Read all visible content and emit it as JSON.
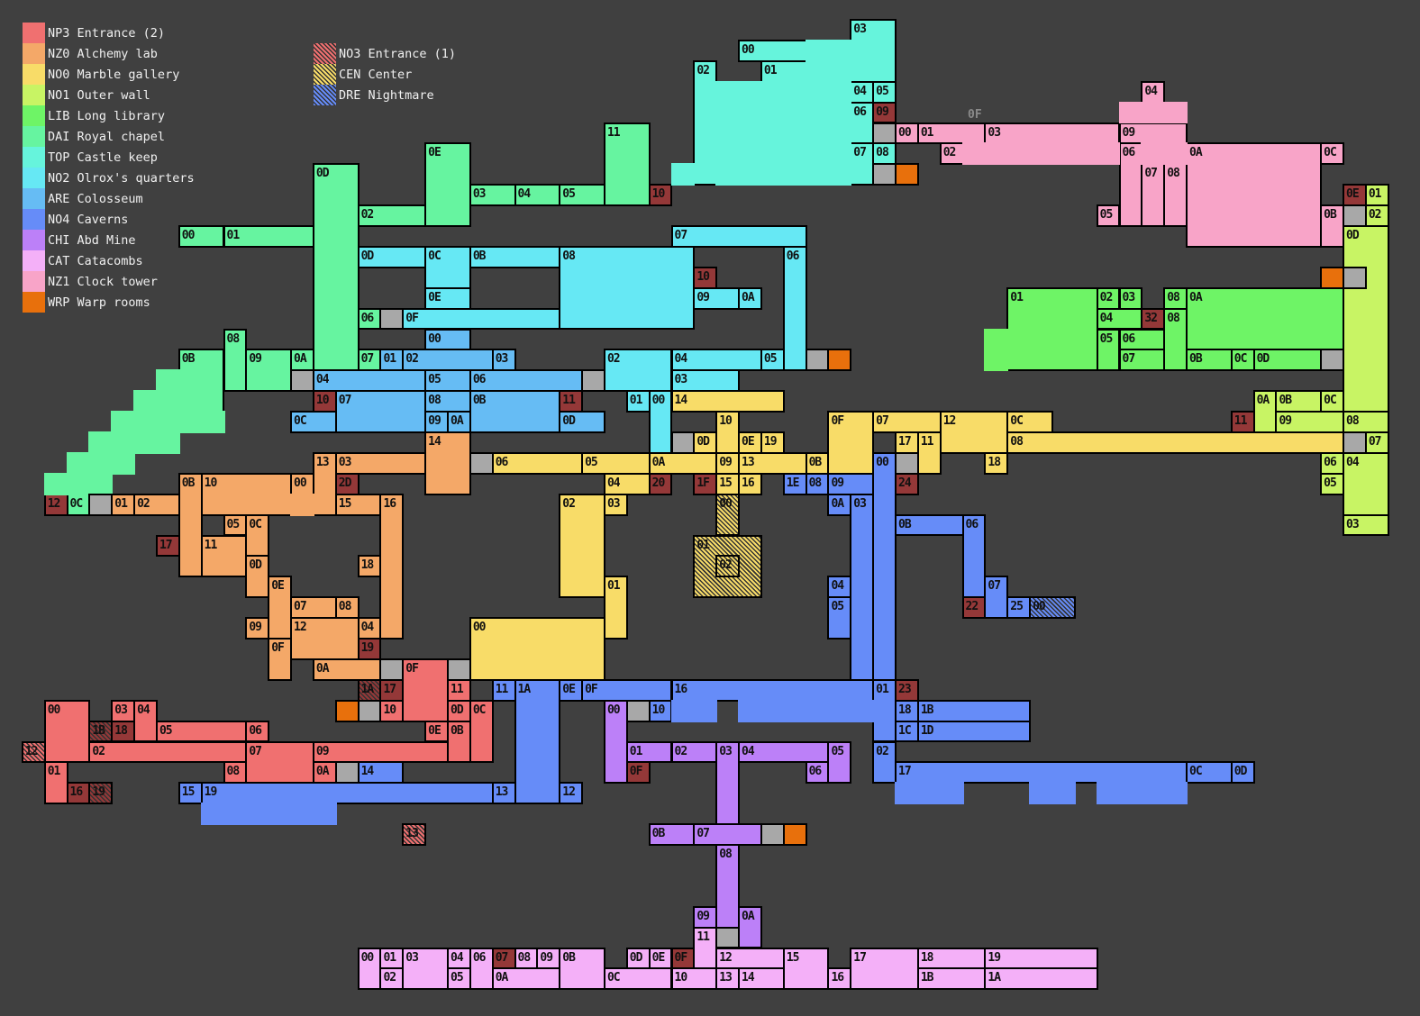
{
  "legend": [
    {
      "code": "NP3",
      "name": "Entrance (2)",
      "color": "#f07070"
    },
    {
      "code": "NZ0",
      "name": "Alchemy lab",
      "color": "#f4a868"
    },
    {
      "code": "NO0",
      "name": "Marble gallery",
      "color": "#f8dc68"
    },
    {
      "code": "NO1",
      "name": "Outer wall",
      "color": "#c8f464"
    },
    {
      "code": "LIB",
      "name": "Long library",
      "color": "#6ef466"
    },
    {
      "code": "DAI",
      "name": "Royal chapel",
      "color": "#66f4a0"
    },
    {
      "code": "TOP",
      "name": "Castle keep",
      "color": "#66f4dc"
    },
    {
      "code": "NO2",
      "name": "Olrox's quarters",
      "color": "#66e8f4"
    },
    {
      "code": "ARE",
      "name": "Colosseum",
      "color": "#66bcf4"
    },
    {
      "code": "NO4",
      "name": "Caverns",
      "color": "#668cf8"
    },
    {
      "code": "CHI",
      "name": "Abd Mine",
      "color": "#bc80f8"
    },
    {
      "code": "CAT",
      "name": "Catacombs",
      "color": "#f4b0f8"
    },
    {
      "code": "NZ1",
      "name": "Clock tower",
      "color": "#f8a4c8"
    },
    {
      "code": "WRP",
      "name": "Warp rooms",
      "color": "#e8700c"
    }
  ],
  "hatched_legend": [
    {
      "code": "NO3",
      "name": "Entrance (1)",
      "color": "#f07070"
    },
    {
      "code": "CEN",
      "name": "Center",
      "color": "#f8dc68"
    },
    {
      "code": "DRE",
      "name": "Nightmare",
      "color": "#668cf8"
    }
  ],
  "colors": {
    "background": "#404040",
    "marked": "#943838",
    "connector": "#a8a8a8"
  },
  "floating_label": "0F",
  "rooms": [
    {
      "label": "03",
      "zone": "TOP"
    },
    {
      "label": "00",
      "zone": "TOP"
    },
    {
      "label": "01",
      "zone": "TOP"
    },
    {
      "label": "02",
      "zone": "TOP"
    },
    {
      "label": "04",
      "zone": "TOP"
    },
    {
      "label": "05",
      "zone": "TOP"
    },
    {
      "label": "06",
      "zone": "TOP"
    },
    {
      "label": "09",
      "zone": "TOP"
    },
    {
      "label": "07",
      "zone": "TOP"
    },
    {
      "label": "08",
      "zone": "TOP"
    },
    {
      "label": "11",
      "zone": "DAI"
    },
    {
      "label": "10",
      "zone": "DAI"
    },
    {
      "label": "03",
      "zone": "DAI"
    },
    {
      "label": "04",
      "zone": "DAI"
    },
    {
      "label": "05",
      "zone": "DAI"
    },
    {
      "label": "0E",
      "zone": "DAI"
    },
    {
      "label": "02",
      "zone": "DAI"
    },
    {
      "label": "0D",
      "zone": "DAI"
    },
    {
      "label": "00",
      "zone": "DAI"
    },
    {
      "label": "01",
      "zone": "DAI"
    },
    {
      "label": "08",
      "zone": "DAI"
    },
    {
      "label": "0B",
      "zone": "DAI"
    },
    {
      "label": "09",
      "zone": "DAI"
    },
    {
      "label": "0A",
      "zone": "DAI"
    },
    {
      "label": "07",
      "zone": "DAI"
    },
    {
      "label": "06",
      "zone": "DAI"
    },
    {
      "label": "12",
      "zone": "DAI"
    },
    {
      "label": "0C",
      "zone": "DAI"
    },
    {
      "label": "07",
      "zone": "NO2"
    },
    {
      "label": "0D",
      "zone": "NO2"
    },
    {
      "label": "0C",
      "zone": "NO2"
    },
    {
      "label": "0B",
      "zone": "NO2"
    },
    {
      "label": "08",
      "zone": "NO2"
    },
    {
      "label": "10",
      "zone": "NO2"
    },
    {
      "label": "09",
      "zone": "NO2"
    },
    {
      "label": "0A",
      "zone": "NO2"
    },
    {
      "label": "06",
      "zone": "NO2"
    },
    {
      "label": "0E",
      "zone": "NO2"
    },
    {
      "label": "0F",
      "zone": "NO2"
    },
    {
      "label": "02",
      "zone": "NO2"
    },
    {
      "label": "04",
      "zone": "NO2"
    },
    {
      "label": "05",
      "zone": "NO2"
    },
    {
      "label": "03",
      "zone": "NO2"
    },
    {
      "label": "01",
      "zone": "NO2"
    },
    {
      "label": "00",
      "zone": "NO2"
    },
    {
      "label": "00",
      "zone": "ARE"
    },
    {
      "label": "01",
      "zone": "ARE"
    },
    {
      "label": "02",
      "zone": "ARE"
    },
    {
      "label": "03",
      "zone": "ARE"
    },
    {
      "label": "04",
      "zone": "ARE"
    },
    {
      "label": "05",
      "zone": "ARE"
    },
    {
      "label": "06",
      "zone": "ARE"
    },
    {
      "label": "10",
      "zone": "ARE"
    },
    {
      "label": "07",
      "zone": "ARE"
    },
    {
      "label": "0C",
      "zone": "ARE"
    },
    {
      "label": "08",
      "zone": "ARE"
    },
    {
      "label": "09",
      "zone": "ARE"
    },
    {
      "label": "0A",
      "zone": "ARE"
    },
    {
      "label": "0B",
      "zone": "ARE"
    },
    {
      "label": "11",
      "zone": "ARE"
    },
    {
      "label": "0D",
      "zone": "ARE"
    },
    {
      "label": "14",
      "zone": "NZ0"
    },
    {
      "label": "13",
      "zone": "NZ0"
    },
    {
      "label": "03",
      "zone": "NZ0"
    },
    {
      "label": "2D",
      "zone": "NZ0"
    },
    {
      "label": "0B",
      "zone": "NZ0"
    },
    {
      "label": "10",
      "zone": "NZ0"
    },
    {
      "label": "00",
      "zone": "NZ0"
    },
    {
      "label": "01",
      "zone": "NZ0"
    },
    {
      "label": "02",
      "zone": "NZ0"
    },
    {
      "label": "15",
      "zone": "NZ0"
    },
    {
      "label": "16",
      "zone": "NZ0"
    },
    {
      "label": "05",
      "zone": "NZ0"
    },
    {
      "label": "0C",
      "zone": "NZ0"
    },
    {
      "label": "17",
      "zone": "NZ0"
    },
    {
      "label": "11",
      "zone": "NZ0"
    },
    {
      "label": "0D",
      "zone": "NZ0"
    },
    {
      "label": "18",
      "zone": "NZ0"
    },
    {
      "label": "0E",
      "zone": "NZ0"
    },
    {
      "label": "07",
      "zone": "NZ0"
    },
    {
      "label": "08",
      "zone": "NZ0"
    },
    {
      "label": "09",
      "zone": "NZ0"
    },
    {
      "label": "12",
      "zone": "NZ0"
    },
    {
      "label": "04",
      "zone": "NZ0"
    },
    {
      "label": "19",
      "zone": "NZ0"
    },
    {
      "label": "0F",
      "zone": "NZ0"
    },
    {
      "label": "0A",
      "zone": "NZ0"
    },
    {
      "label": "06",
      "zone": "NO0"
    },
    {
      "label": "05",
      "zone": "NO0"
    },
    {
      "label": "0A",
      "zone": "NO0"
    },
    {
      "label": "09",
      "zone": "NO0"
    },
    {
      "label": "13",
      "zone": "NO0"
    },
    {
      "label": "0B",
      "zone": "NO0"
    },
    {
      "label": "14",
      "zone": "NO0"
    },
    {
      "label": "10",
      "zone": "NO0"
    },
    {
      "label": "0D",
      "zone": "NO0"
    },
    {
      "label": "0E",
      "zone": "NO0"
    },
    {
      "label": "19",
      "zone": "NO0"
    },
    {
      "label": "04",
      "zone": "NO0"
    },
    {
      "label": "20",
      "zone": "NO0"
    },
    {
      "label": "1F",
      "zone": "NO0"
    },
    {
      "label": "15",
      "zone": "NO0"
    },
    {
      "label": "16",
      "zone": "NO0"
    },
    {
      "label": "03",
      "zone": "NO0"
    },
    {
      "label": "02",
      "zone": "NO0"
    },
    {
      "label": "01",
      "zone": "NO0"
    },
    {
      "label": "00",
      "zone": "NO0"
    },
    {
      "label": "0F",
      "zone": "NO0"
    },
    {
      "label": "07",
      "zone": "NO0"
    },
    {
      "label": "12",
      "zone": "NO0"
    },
    {
      "label": "0C",
      "zone": "NO0"
    },
    {
      "label": "17",
      "zone": "NO0"
    },
    {
      "label": "11",
      "zone": "NO0"
    },
    {
      "label": "08",
      "zone": "NO0"
    },
    {
      "label": "18",
      "zone": "NO0"
    },
    {
      "label": "00",
      "zone": "CEN"
    },
    {
      "label": "01",
      "zone": "CEN"
    },
    {
      "label": "02",
      "zone": "CEN"
    },
    {
      "label": "0E",
      "zone": "NO1"
    },
    {
      "label": "01",
      "zone": "NO1"
    },
    {
      "label": "02",
      "zone": "NO1"
    },
    {
      "label": "0D",
      "zone": "NO1"
    },
    {
      "label": "0A",
      "zone": "NO1"
    },
    {
      "label": "0B",
      "zone": "NO1"
    },
    {
      "label": "0C",
      "zone": "NO1"
    },
    {
      "label": "11",
      "zone": "NO1"
    },
    {
      "label": "09",
      "zone": "NO1"
    },
    {
      "label": "08",
      "zone": "NO1"
    },
    {
      "label": "07",
      "zone": "NO1"
    },
    {
      "label": "06",
      "zone": "NO1"
    },
    {
      "label": "04",
      "zone": "NO1"
    },
    {
      "label": "05",
      "zone": "NO1"
    },
    {
      "label": "03",
      "zone": "NO1"
    },
    {
      "label": "01",
      "zone": "LIB"
    },
    {
      "label": "02",
      "zone": "LIB"
    },
    {
      "label": "03",
      "zone": "LIB"
    },
    {
      "label": "04",
      "zone": "LIB"
    },
    {
      "label": "32",
      "zone": "LIB"
    },
    {
      "label": "05",
      "zone": "LIB"
    },
    {
      "label": "06",
      "zone": "LIB"
    },
    {
      "label": "07",
      "zone": "LIB"
    },
    {
      "label": "08",
      "zone": "LIB"
    },
    {
      "label": "08",
      "zone": "LIB"
    },
    {
      "label": "0A",
      "zone": "LIB"
    },
    {
      "label": "0B",
      "zone": "LIB"
    },
    {
      "label": "0C",
      "zone": "LIB"
    },
    {
      "label": "0D",
      "zone": "LIB"
    },
    {
      "label": "00",
      "zone": "NZ1"
    },
    {
      "label": "01",
      "zone": "NZ1"
    },
    {
      "label": "03",
      "zone": "NZ1"
    },
    {
      "label": "02",
      "zone": "NZ1"
    },
    {
      "label": "04",
      "zone": "NZ1"
    },
    {
      "label": "09",
      "zone": "NZ1"
    },
    {
      "label": "06",
      "zone": "NZ1"
    },
    {
      "label": "07",
      "zone": "NZ1"
    },
    {
      "label": "08",
      "zone": "NZ1"
    },
    {
      "label": "05",
      "zone": "NZ1"
    },
    {
      "label": "0A",
      "zone": "NZ1"
    },
    {
      "label": "0C",
      "zone": "NZ1"
    },
    {
      "label": "0B",
      "zone": "NZ1"
    },
    {
      "label": "1E",
      "zone": "NO4"
    },
    {
      "label": "08",
      "zone": "NO4"
    },
    {
      "label": "09",
      "zone": "NO4"
    },
    {
      "label": "00",
      "zone": "NO4"
    },
    {
      "label": "24",
      "zone": "NO4"
    },
    {
      "label": "0A",
      "zone": "NO4"
    },
    {
      "label": "03",
      "zone": "NO4"
    },
    {
      "label": "0B",
      "zone": "NO4"
    },
    {
      "label": "06",
      "zone": "NO4"
    },
    {
      "label": "22",
      "zone": "NO4"
    },
    {
      "label": "07",
      "zone": "NO4"
    },
    {
      "label": "25",
      "zone": "NO4"
    },
    {
      "label": "00",
      "zone": "DRE"
    },
    {
      "label": "04",
      "zone": "NO4"
    },
    {
      "label": "05",
      "zone": "NO4"
    },
    {
      "label": "01",
      "zone": "NO4"
    },
    {
      "label": "23",
      "zone": "NO4"
    },
    {
      "label": "18",
      "zone": "NO4"
    },
    {
      "label": "1B",
      "zone": "NO4"
    },
    {
      "label": "1C",
      "zone": "NO4"
    },
    {
      "label": "1D",
      "zone": "NO4"
    },
    {
      "label": "02",
      "zone": "NO4"
    },
    {
      "label": "17",
      "zone": "NO4"
    },
    {
      "label": "0C",
      "zone": "NO4"
    },
    {
      "label": "0D",
      "zone": "NO4"
    },
    {
      "label": "16",
      "zone": "NO4"
    },
    {
      "label": "0E",
      "zone": "NO4"
    },
    {
      "label": "0F",
      "zone": "NO4"
    },
    {
      "label": "10",
      "zone": "NO4"
    },
    {
      "label": "11",
      "zone": "NO4"
    },
    {
      "label": "1A",
      "zone": "NO4"
    },
    {
      "label": "13",
      "zone": "NO4"
    },
    {
      "label": "12",
      "zone": "NO4"
    },
    {
      "label": "15",
      "zone": "NO4"
    },
    {
      "label": "19",
      "zone": "NO4"
    },
    {
      "label": "14",
      "zone": "NO4"
    },
    {
      "label": "0F",
      "zone": "NP3"
    },
    {
      "label": "17",
      "zone": "NP3"
    },
    {
      "label": "1A",
      "zone": "NO3"
    },
    {
      "label": "10",
      "zone": "NP3"
    },
    {
      "label": "11",
      "zone": "NP3"
    },
    {
      "label": "0D",
      "zone": "NP3"
    },
    {
      "label": "0C",
      "zone": "NP3"
    },
    {
      "label": "0E",
      "zone": "NP3"
    },
    {
      "label": "0B",
      "zone": "NP3"
    },
    {
      "label": "00",
      "zone": "NP3"
    },
    {
      "label": "03",
      "zone": "NP3"
    },
    {
      "label": "04",
      "zone": "NP3"
    },
    {
      "label": "1B",
      "zone": "NO3"
    },
    {
      "label": "18",
      "zone": "NP3"
    },
    {
      "label": "05",
      "zone": "NP3"
    },
    {
      "label": "06",
      "zone": "NP3"
    },
    {
      "label": "12",
      "zone": "NO3"
    },
    {
      "label": "02",
      "zone": "NP3"
    },
    {
      "label": "07",
      "zone": "NP3"
    },
    {
      "label": "09",
      "zone": "NP3"
    },
    {
      "label": "01",
      "zone": "NP3"
    },
    {
      "label": "08",
      "zone": "NP3"
    },
    {
      "label": "0A",
      "zone": "NP3"
    },
    {
      "label": "16",
      "zone": "NP3"
    },
    {
      "label": "19",
      "zone": "NO3"
    },
    {
      "label": "13",
      "zone": "NO3"
    },
    {
      "label": "00",
      "zone": "CHI"
    },
    {
      "label": "01",
      "zone": "CHI"
    },
    {
      "label": "02",
      "zone": "CHI"
    },
    {
      "label": "03",
      "zone": "CHI"
    },
    {
      "label": "04",
      "zone": "CHI"
    },
    {
      "label": "05",
      "zone": "CHI"
    },
    {
      "label": "06",
      "zone": "CHI"
    },
    {
      "label": "0F",
      "zone": "CHI"
    },
    {
      "label": "0B",
      "zone": "CHI"
    },
    {
      "label": "07",
      "zone": "CHI"
    },
    {
      "label": "08",
      "zone": "CHI"
    },
    {
      "label": "09",
      "zone": "CHI"
    },
    {
      "label": "0A",
      "zone": "CHI"
    },
    {
      "label": "00",
      "zone": "CAT"
    },
    {
      "label": "01",
      "zone": "CAT"
    },
    {
      "label": "02",
      "zone": "CAT"
    },
    {
      "label": "03",
      "zone": "CAT"
    },
    {
      "label": "04",
      "zone": "CAT"
    },
    {
      "label": "05",
      "zone": "CAT"
    },
    {
      "label": "06",
      "zone": "CAT"
    },
    {
      "label": "07",
      "zone": "CAT"
    },
    {
      "label": "08",
      "zone": "CAT"
    },
    {
      "label": "09",
      "zone": "CAT"
    },
    {
      "label": "0B",
      "zone": "CAT"
    },
    {
      "label": "0A",
      "zone": "CAT"
    },
    {
      "label": "0D",
      "zone": "CAT"
    },
    {
      "label": "0E",
      "zone": "CAT"
    },
    {
      "label": "0F",
      "zone": "CAT"
    },
    {
      "label": "0C",
      "zone": "CAT"
    },
    {
      "label": "10",
      "zone": "CAT"
    },
    {
      "label": "11",
      "zone": "CAT"
    },
    {
      "label": "12",
      "zone": "CAT"
    },
    {
      "label": "13",
      "zone": "CAT"
    },
    {
      "label": "14",
      "zone": "CAT"
    },
    {
      "label": "15",
      "zone": "CAT"
    },
    {
      "label": "16",
      "zone": "CAT"
    },
    {
      "label": "17",
      "zone": "CAT"
    },
    {
      "label": "18",
      "zone": "CAT"
    },
    {
      "label": "1B",
      "zone": "CAT"
    },
    {
      "label": "19",
      "zone": "CAT"
    },
    {
      "label": "1A",
      "zone": "CAT"
    }
  ]
}
